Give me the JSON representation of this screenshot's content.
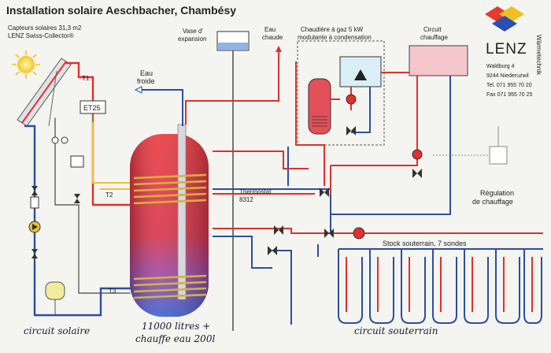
{
  "title": "Installation solaire Aeschbacher, Chambésy",
  "collectors": {
    "line1": "Capteurs solaires 31,3 m2",
    "line2": "LENZ Swiss-Collector®"
  },
  "labels": {
    "t1": "T1",
    "et25": "ET25",
    "t2": "T2",
    "t3": "T3",
    "eau_froide_1": "Eau",
    "eau_froide_2": "froide",
    "vase_1": "Vase d'",
    "vase_2": "expansion",
    "eau_chaude_1": "Eau",
    "eau_chaude_2": "chaude",
    "chaudiere_1": "Chaudière à gaz 5 kW",
    "chaudiere_2": "modulante à condensation",
    "circuit_chauffage_1": "Circuit",
    "circuit_chauffage_2": "chauffage",
    "thermostat_1": "Thermostat",
    "thermostat_2": "8312",
    "regulation_1": "Régulation",
    "regulation_2": "de chauffage",
    "stock": "Stock souterrain, 7 sondes"
  },
  "handwritten": {
    "circuit_solaire": "circuit solaire",
    "tank_1": "11000 litres +",
    "tank_2": "chauffe eau 200l",
    "circuit_souterrain": "circuit souterrain"
  },
  "company": {
    "name": "LENZ",
    "vertical": "Wärmetechnik",
    "address1": "Waldburg 4",
    "address2": "9244 Niederuzwil",
    "tel": "Tel. 071 955 70 20",
    "fax": "Fax 071 955 70 25"
  },
  "colors": {
    "hot": "#e0302c",
    "cold": "#2c4ea0",
    "yellow": "#e8c23a",
    "tank_top": "#e8343a",
    "tank_bottom": "#3a5ec8",
    "background": "#f4f4f1"
  }
}
